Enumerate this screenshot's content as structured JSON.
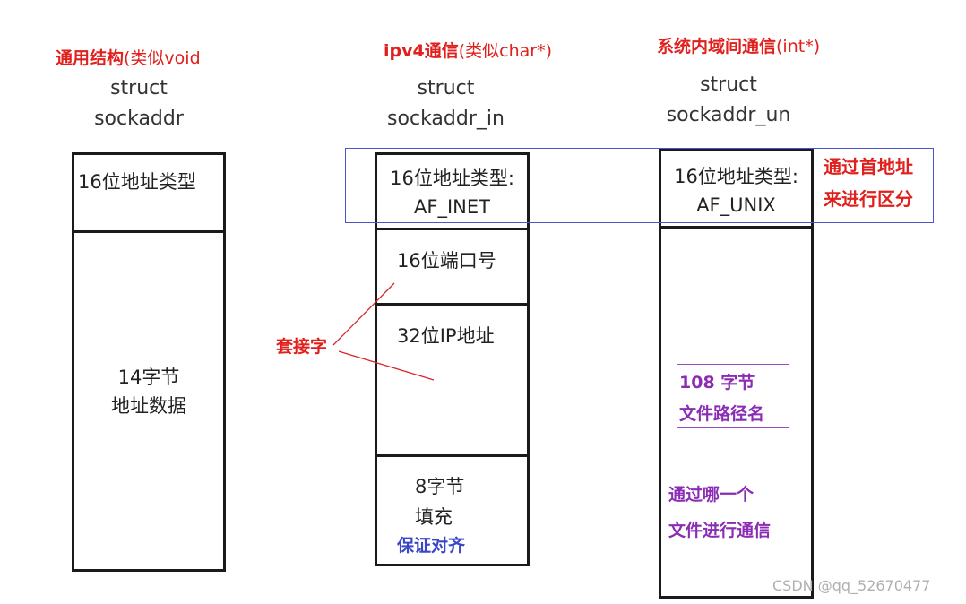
{
  "col1": {
    "title_red": "通用结构",
    "title_tail": "(类似void",
    "struct_line1": "struct",
    "struct_line2": "sockaddr",
    "cell1": "16位地址类型",
    "cell2_line1": "14字节",
    "cell2_line2": "地址数据"
  },
  "col2": {
    "title_red": "ipv4通信",
    "title_tail": "(类似char*)",
    "struct_line1": "struct",
    "struct_line2": "sockaddr_in",
    "cell1_line1": "16位地址类型:",
    "cell1_line2": "AF_INET",
    "cell2": "16位端口号",
    "cell3": "32位IP地址",
    "cell4_line1": "8字节",
    "cell4_line2": "填充",
    "note_blue": "保证对齐",
    "socket_label": "套接字"
  },
  "col3": {
    "title_red": "系统内域间通信",
    "title_tail": "(int*)",
    "struct_line1": "struct",
    "struct_line2": "sockaddr_un",
    "cell1_line1": "16位地址类型:",
    "cell1_line2": "AF_UNIX",
    "path_line1": "108 字节",
    "path_line2": "文件路径名",
    "note_line1": "通过哪一个",
    "note_line2": "文件进行通信"
  },
  "callout": {
    "line1": "通过首地址",
    "line2": "来进行区分"
  },
  "watermark": "CSDN @qq_52670477",
  "colors": {
    "red": "#e0201c",
    "purple": "#8a2cb4",
    "blue": "#3a46c8",
    "highlight_border": "#4a55c8"
  }
}
